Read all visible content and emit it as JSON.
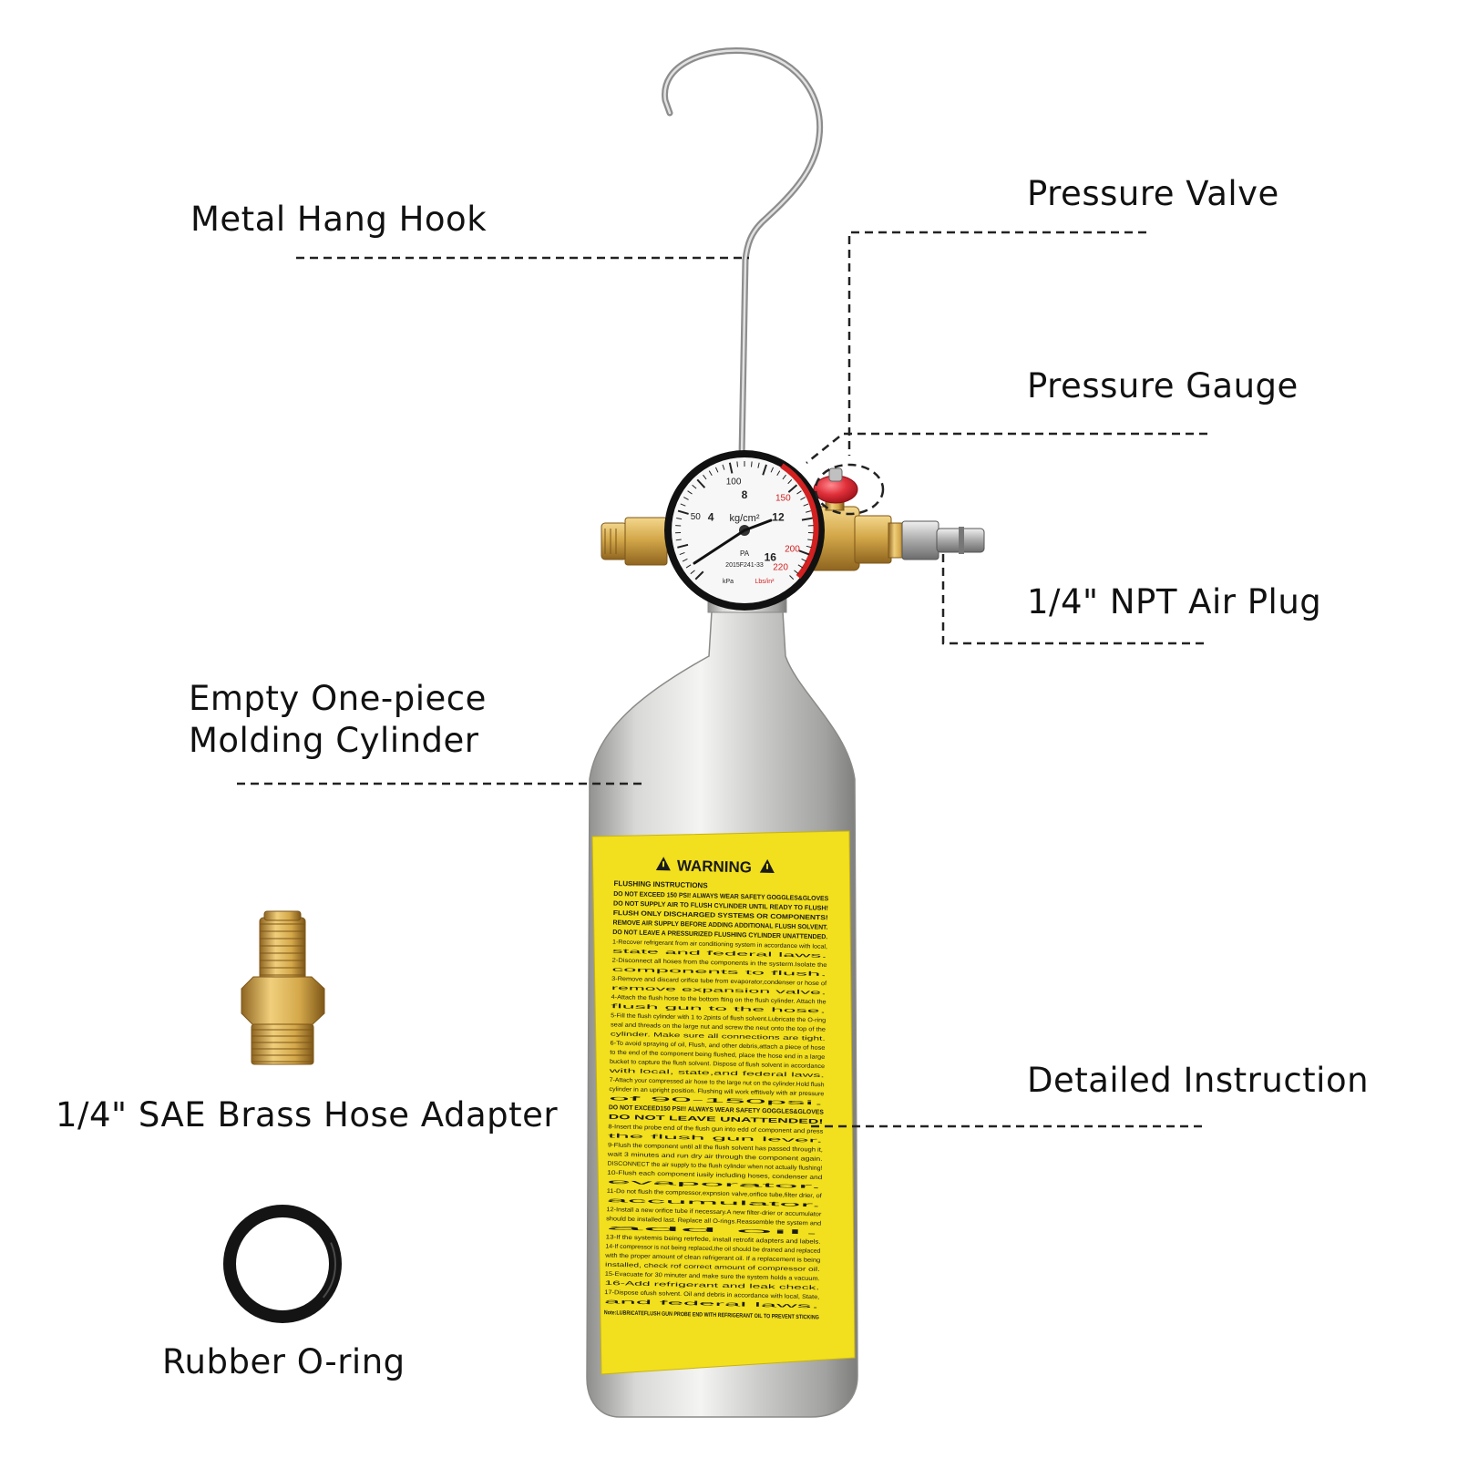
{
  "labels": {
    "hook": "Metal Hang Hook",
    "valve": "Pressure Valve",
    "gauge": "Pressure Gauge",
    "air_plug": "1/4\" NPT Air Plug",
    "cylinder": "Empty One-piece\nMolding Cylinder",
    "instruction": "Detailed Instruction",
    "adapter": "1/4\" SAE Brass Hose Adapter",
    "oring": "Rubber O-ring"
  },
  "gauge_face": {
    "units_main": "kg/cm²",
    "ticks_outer": [
      "50",
      "100",
      "150",
      "200",
      "220"
    ],
    "ticks_inner": [
      "4",
      "8",
      "12",
      "16"
    ],
    "code": "2015F241-33",
    "brand": "PA",
    "unit_kpa": "kPa",
    "unit_lbs": "Lbs/in²"
  },
  "warning_label": {
    "title": "WARNING",
    "heading": "FLUSHING INSTRUCTIONS",
    "caps_lines": [
      "DO NOT EXCEED 150 PSI! ALWAYS WEAR SAFETY GOGGLES&GLOVES",
      "DO NOT SUPPLY AIR TO FLUSH CYLINDER UNTIL READY TO FLUSH!",
      "FLUSH ONLY DISCHARGED SYSTEMS OR COMPONENTS!",
      "REMOVE AIR SUPPLY BEFORE ADDING ADDITIONAL FLUSH SOLVENT.",
      "DO NOT LEAVE A PRESSURIZED FLUSHING CYLINDER UNATTENDED."
    ],
    "steps_a": [
      "1-Recover refrigerant from air conditioning system in accordance with local,",
      "state and federal laws.",
      "2-Disconnect all hoses from the components in the systerm.Isolate the",
      "components to flush.",
      "3-Remove and discard orifice tube from evaporator,condenser or hose of",
      "remove expansion valve.",
      "4-Attach the flush hose to the bottom fting on the flush cylinder. Attach the",
      "flush gun to the hose.",
      "5-Fill the flush cylinder with 1 to 2pints of flush solvent.Lubricate the O-ring",
      "seal and threads on the large nut and screw the neut onto the top of the",
      "cylinder. Make sure all connections are tight.",
      "6-To avoid spraying of oil, Flush, and other debris,attach a piece of hose",
      "to the end of the component being flushed, place the hose end in a large",
      "bucket to capture the flush solvent. Dispose of flush solvent in accordance",
      "with local, state,and federal laws.",
      "7-Attach your compressed air hose to the large nut on the cylinder.Hold flush",
      "cylinder in an upright position. Flushing will work effitively with air pressure",
      "of 90-150psi."
    ],
    "caps_mid": [
      "DO NOT EXCEED150 PSI!! ALWAYS WEAR SAFETY GOGGLES&GLOVES",
      "DO NOT LEAVE UNATTENDED!"
    ],
    "steps_b": [
      "8-Insert the probe end of the flush gun into edd of component and press",
      "the flush gun lever.",
      "9-Flush the component until all the flush solvent has passed through it,",
      "wait 3 minutes and run dry air through the component again.",
      "DISCONNECT the air supply to the flush cylinder when not actually flushing!",
      "10-Flush each component iusily including hoses, condenser and",
      "evaporator.",
      "11-Do not flush the compressor,expnsion valve,orifice tube,filter drier, of",
      "accumulator.",
      "12-Install a new orifice tube if necessary.A new filter-drier or accumulator",
      "should be installed last. Replace all O-rings.Reassemble the system and",
      "add oil.",
      "13-If the systemis being retrfede, install retrofit adapters and labels.",
      "14-If compressor is not being replaced,the oil should be drained and replaced",
      "with the proper amount of clean refrigerant oil. If a replacement is being",
      "installed, check rof correct amount of compressor oil.",
      "15-Evacuate for 30 minuter and make sure the system holds a vacuum.",
      "16-Add refrigerant and leak check.",
      "17-Dispose ofush solvent. Oil and debris in accordance with local, State,",
      "and federal laws."
    ],
    "footer": "Note:LUBRICATEFLUSH GUN PROBE END WITH REFRIGERANT OIL TO PREVENT STICKING"
  },
  "colors": {
    "label_yellow": "#f2df1e",
    "steel": "#c8c8c6",
    "brass": "#d4a84a",
    "valve_red": "#e0303a",
    "gauge_red": "#d32020"
  }
}
